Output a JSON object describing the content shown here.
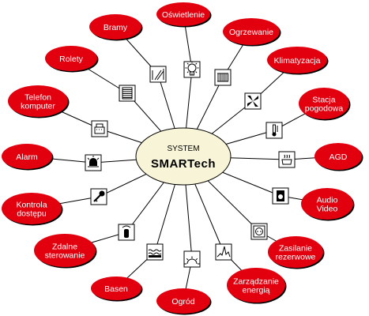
{
  "center": {
    "title": "SYSTEM",
    "brand": "SMARTech"
  },
  "colors": {
    "node_fill": "#e2000f",
    "node_text": "#ffffff",
    "center_fill": "#f7f4d7",
    "line": "#000000"
  },
  "nodes": [
    {
      "id": "oswietlenie",
      "lines": [
        "Oświetlenie"
      ],
      "icon": "lightbulb-icon"
    },
    {
      "id": "ogrzewanie",
      "lines": [
        "Ogrzewanie"
      ],
      "icon": "radiator-icon"
    },
    {
      "id": "klimatyzacja",
      "lines": [
        "Klimatyzacja"
      ],
      "icon": "fan-icon"
    },
    {
      "id": "stacja-pogodowa",
      "lines": [
        "Stacja",
        "pogodowa"
      ],
      "icon": "thermometer-icon"
    },
    {
      "id": "agd",
      "lines": [
        "AGD"
      ],
      "icon": "cooking-pot-icon"
    },
    {
      "id": "audio-video",
      "lines": [
        "Audio",
        "Video"
      ],
      "icon": "speaker-icon"
    },
    {
      "id": "zasilanie-rezerwowe",
      "lines": [
        "Zasilanie",
        "rezerwowe"
      ],
      "icon": "power-socket-icon"
    },
    {
      "id": "zarzadzanie-energia",
      "lines": [
        "Zarządzanie",
        "energią"
      ],
      "icon": "energy-graph-icon"
    },
    {
      "id": "ogrod",
      "lines": [
        "Ogród"
      ],
      "icon": "sun-icon"
    },
    {
      "id": "basen",
      "lines": [
        "Basen"
      ],
      "icon": "pool-icon"
    },
    {
      "id": "zdalne-sterowanie",
      "lines": [
        "Zdalne",
        "sterowanie"
      ],
      "icon": "remote-control-icon"
    },
    {
      "id": "kontrola-dostepu",
      "lines": [
        "Kontrola",
        "dostępu"
      ],
      "icon": "key-icon"
    },
    {
      "id": "alarm",
      "lines": [
        "Alarm"
      ],
      "icon": "alarm-siren-icon"
    },
    {
      "id": "telefon-komputer",
      "lines": [
        "Telefon",
        "komputer"
      ],
      "icon": "phone-icon"
    },
    {
      "id": "rolety",
      "lines": [
        "Rolety"
      ],
      "icon": "blinds-icon"
    },
    {
      "id": "bramy",
      "lines": [
        "Bramy"
      ],
      "icon": "gate-icon"
    }
  ]
}
